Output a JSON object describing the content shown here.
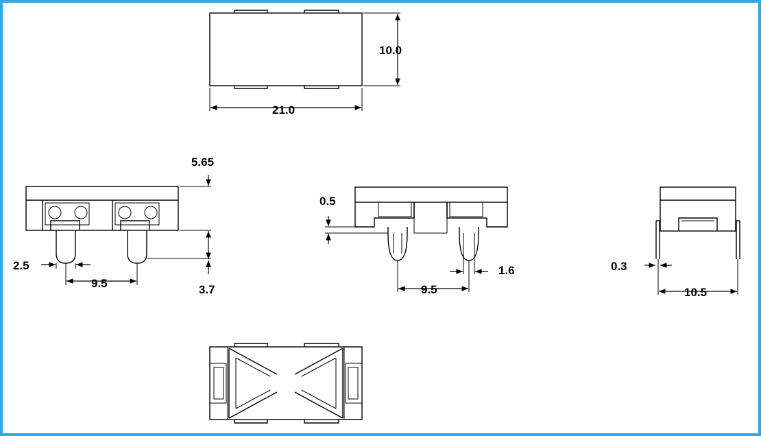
{
  "dimensions": {
    "top_height": "10.0",
    "top_width": "21.0",
    "side_height": "5.65",
    "pin_width": "2.5",
    "pin_pitch_left": "9.5",
    "pin_length": "3.7",
    "step_height": "0.5",
    "pin_pitch_mid": "9.5",
    "pin_thickness": "1.6",
    "lead_thickness": "0.3",
    "end_width": "10.5"
  },
  "colors": {
    "frame": "#33a6e6",
    "line": "#000000"
  }
}
